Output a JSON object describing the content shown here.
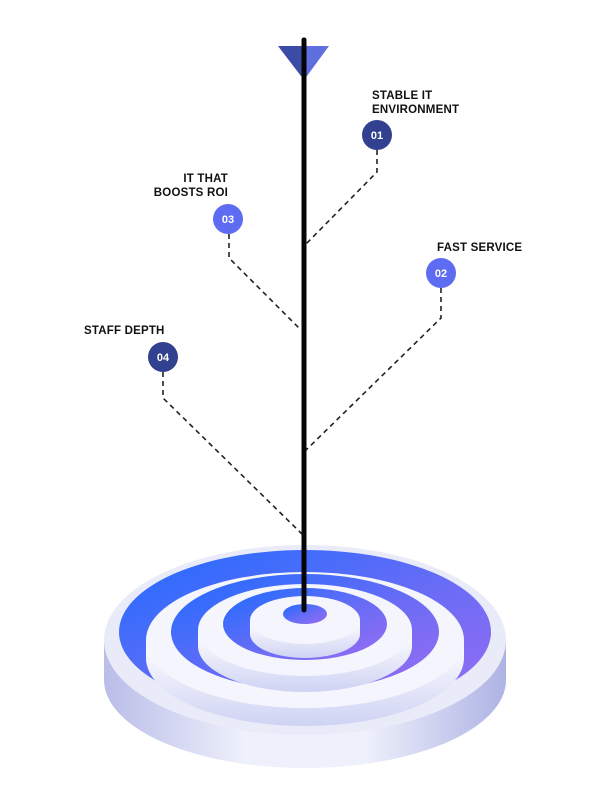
{
  "items": [
    {
      "number": "01",
      "label": "STABLE IT\nENVIRONMENT",
      "color": "#32418f"
    },
    {
      "number": "02",
      "label": "FAST SERVICE",
      "color": "#5d6cf0"
    },
    {
      "number": "03",
      "label": "IT THAT\nBOOSTS ROI",
      "color": "#5d6cf0"
    },
    {
      "number": "04",
      "label": "STAFF DEPTH",
      "color": "#32418f"
    }
  ],
  "colors": {
    "pole": "#050505",
    "arrow_head": "#3b4ba6",
    "arrow_head_light": "#5f6fe0",
    "target_blue": "#2f63f4",
    "target_purple": "#8a6cf5",
    "target_white": "#f3f4fc",
    "target_side": "#c5c9f0",
    "connector": "#222222"
  }
}
